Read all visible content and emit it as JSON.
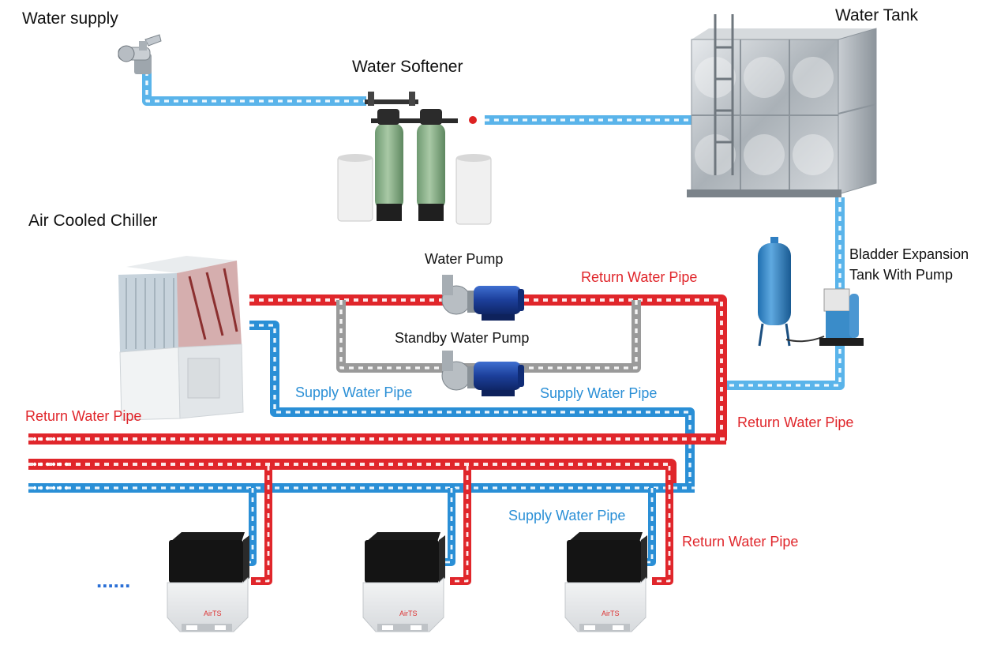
{
  "labels": {
    "water_supply": "Water supply",
    "water_softener": "Water Softener",
    "water_tank": "Water Tank",
    "air_cooled_chiller": "Air Cooled Chiller",
    "water_pump": "Water Pump",
    "standby_water_pump": "Standby Water Pump",
    "bladder_line1": "Bladder Expansion",
    "bladder_line2": "Tank With Pump",
    "return_pipe_top": "Return Water Pipe",
    "return_pipe_left": "Return Water Pipe",
    "return_pipe_right": "Return Water Pipe",
    "return_pipe_bottom": "Return Water Pipe",
    "supply_pipe_left": "Supply Water Pipe",
    "supply_pipe_right": "Supply Water Pipe",
    "supply_pipe_bottom": "Supply Water Pipe",
    "ellipsis": "......",
    "fcu_logo": "AirTS"
  },
  "colors": {
    "supply_pipe": "#2a8fd6",
    "return_pipe": "#e0262b",
    "bypass_pipe": "#9a9a9a",
    "feed_pipe": "#5ab4ea",
    "pump_blue": "#1c3f9a",
    "tank_steel": "#b9bfc4",
    "softener_green": "#7fa77e"
  },
  "icons": {
    "faucet": "faucet-icon",
    "pump": "pump-icon",
    "tank": "water-tank-icon",
    "chiller": "chiller-icon",
    "fan_coil": "fan-coil-icon",
    "softener": "softener-icon",
    "expansion": "expansion-tank-icon"
  }
}
